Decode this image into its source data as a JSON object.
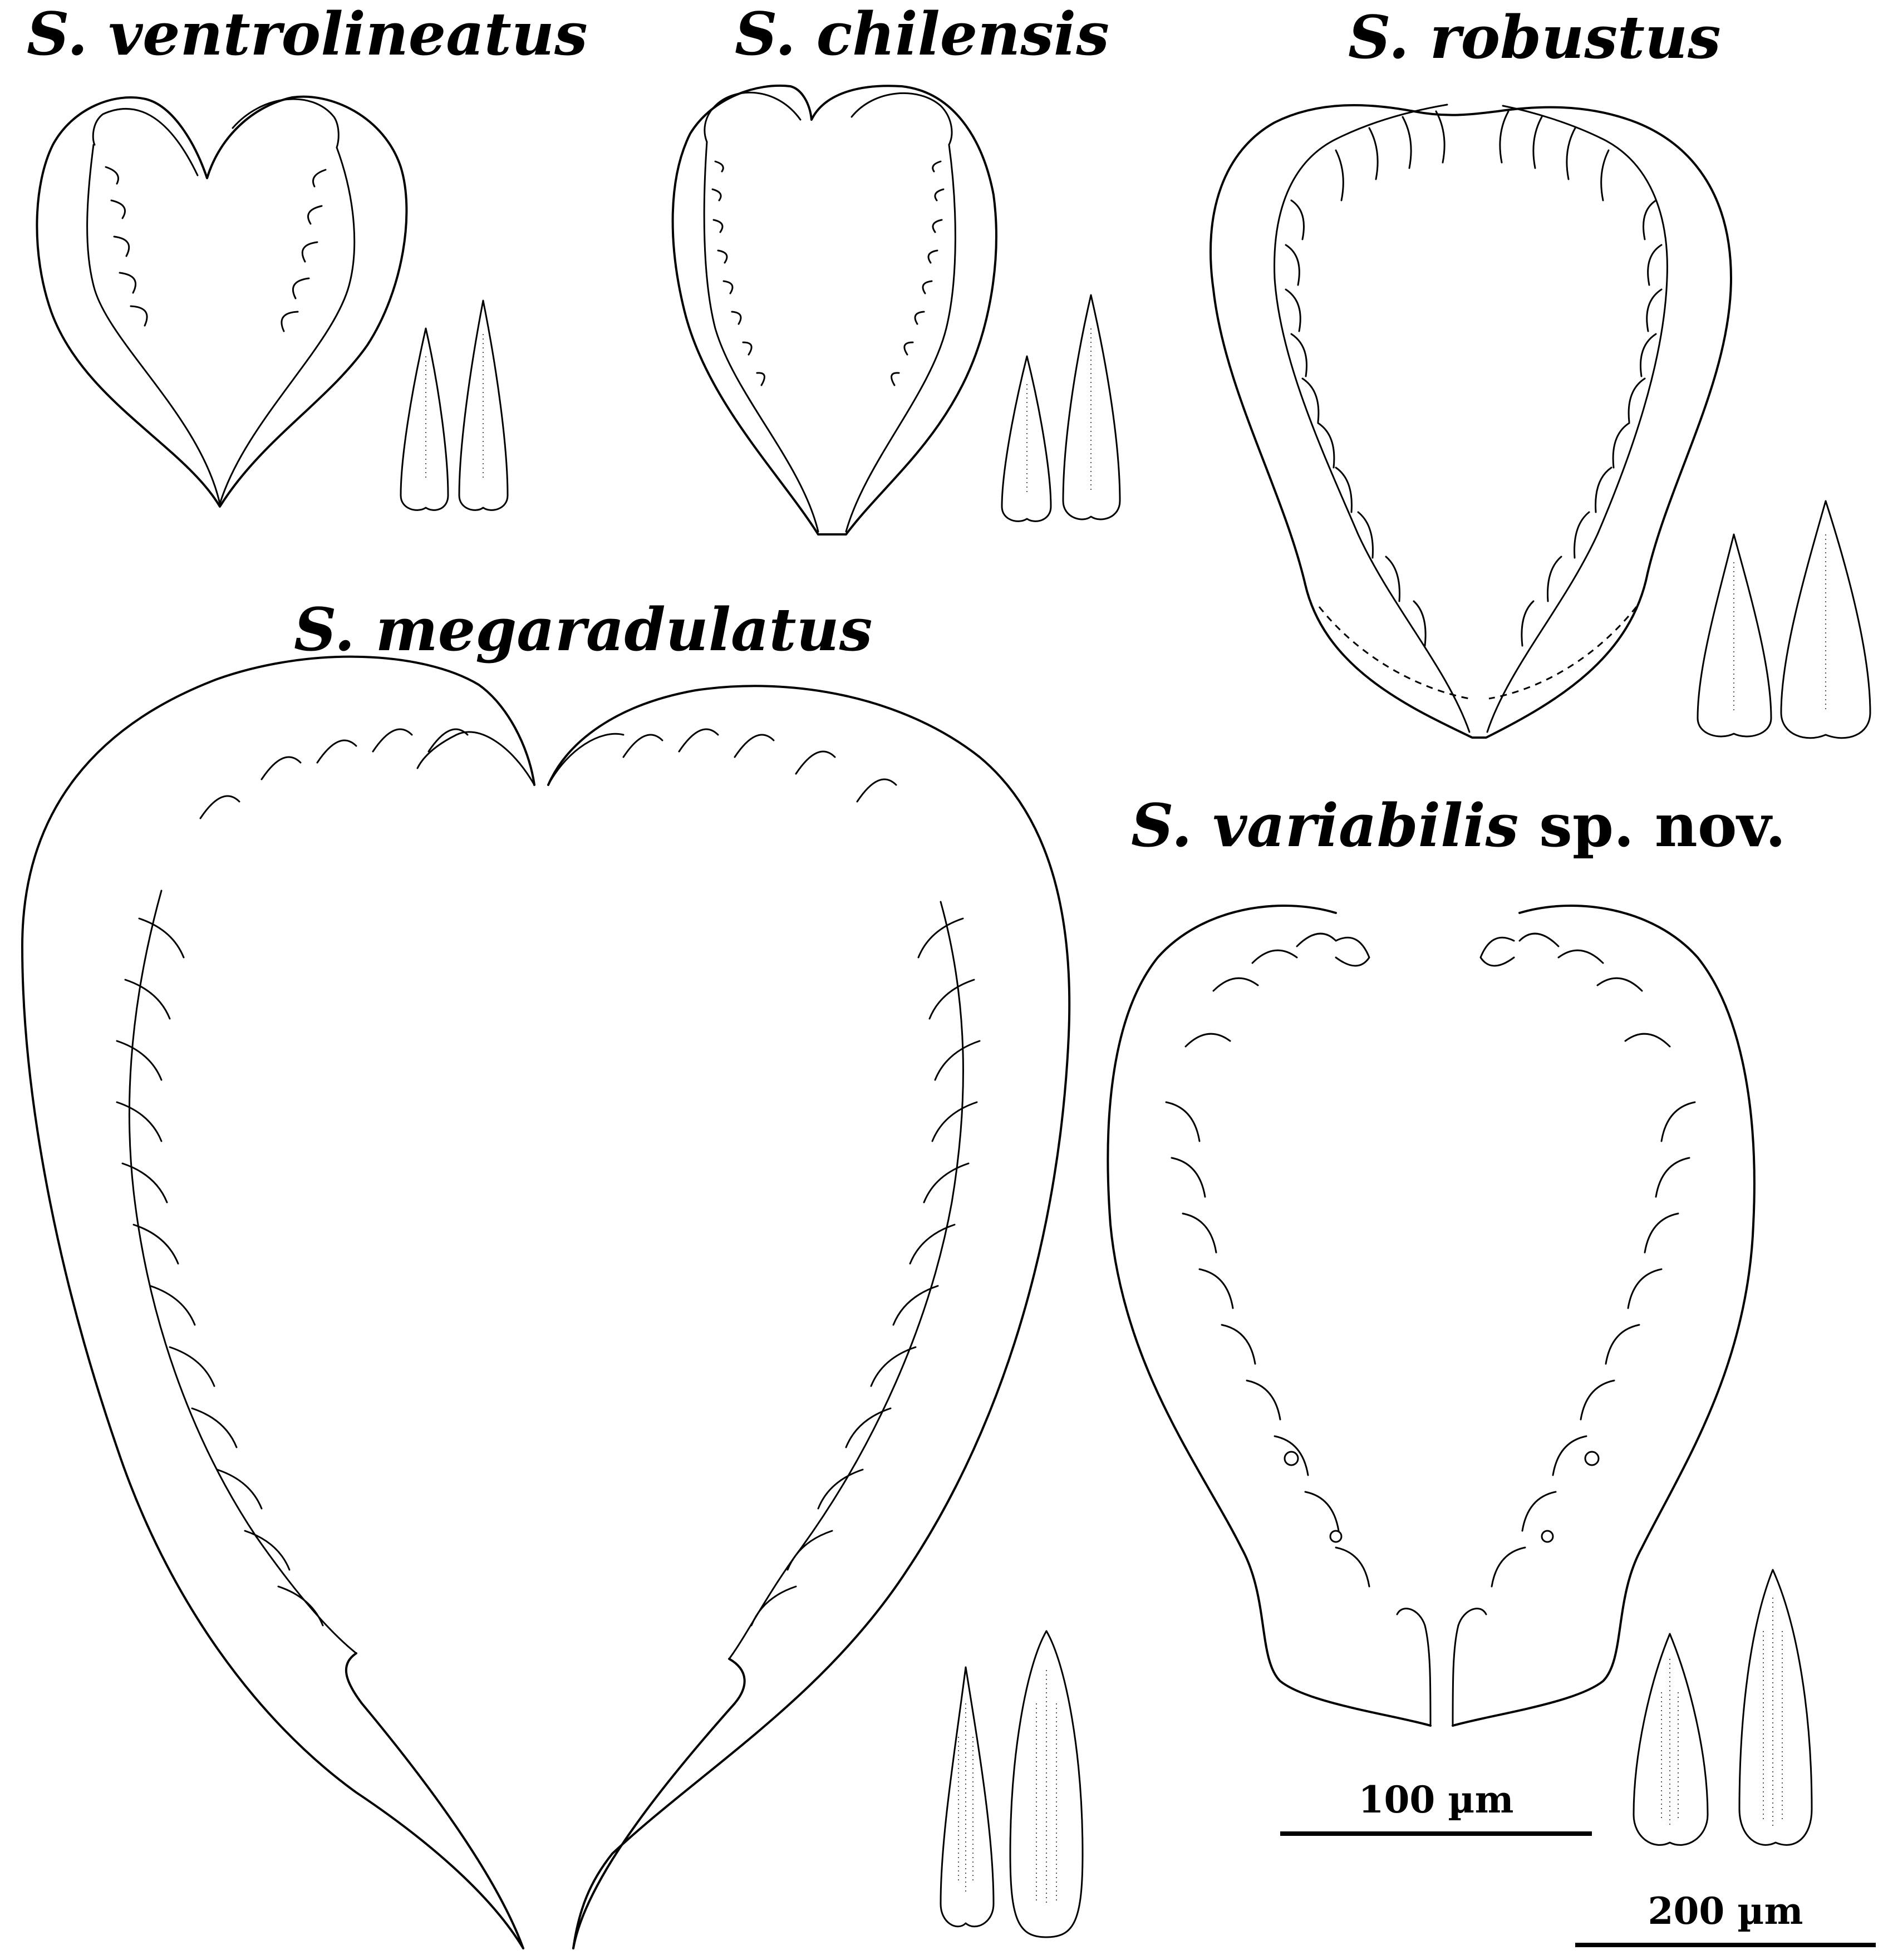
{
  "figure": {
    "panels": [
      {
        "id": "ventrolineatus",
        "genus": "S.",
        "epithet": "ventrolineatus",
        "suffix": ""
      },
      {
        "id": "chilensis",
        "genus": "S.",
        "epithet": "chilensis",
        "suffix": ""
      },
      {
        "id": "robustus",
        "genus": "S.",
        "epithet": "robustus",
        "suffix": ""
      },
      {
        "id": "megaradulatus",
        "genus": "S.",
        "epithet": "megaradulatus",
        "suffix": ""
      },
      {
        "id": "variabilis",
        "genus": "S.",
        "epithet": "variabilis",
        "suffix": "sp. nov."
      }
    ],
    "scale_bars": [
      {
        "label": "100 µm"
      },
      {
        "label": "200 µm"
      }
    ]
  }
}
